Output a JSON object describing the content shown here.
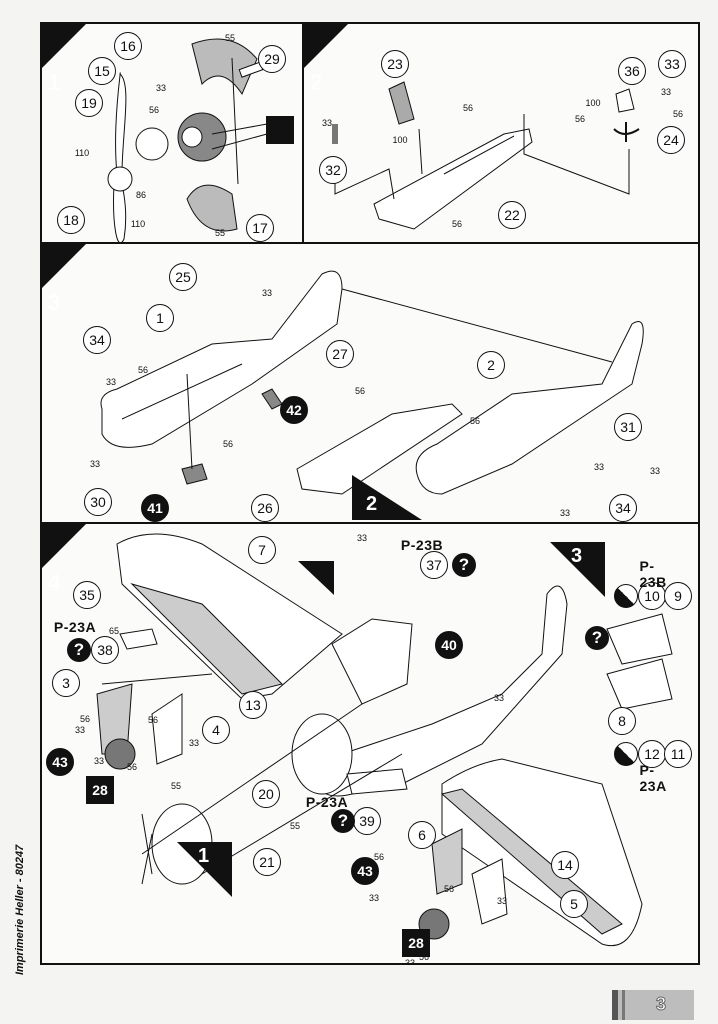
{
  "footer": {
    "printer": "Imprimerie Heller - 80247",
    "page_number": "3"
  },
  "panel1": {
    "step": "1",
    "callouts": [
      "16",
      "15",
      "19",
      "29",
      "18",
      "17"
    ],
    "small": [
      "55",
      "33",
      "56",
      "110",
      "86",
      "110",
      "55"
    ]
  },
  "panel2": {
    "step": "2",
    "callouts": [
      "23",
      "32",
      "22",
      "36",
      "33",
      "24"
    ],
    "small": [
      "56",
      "33",
      "100",
      "56",
      "33",
      "100",
      "56",
      "56"
    ]
  },
  "panel3": {
    "step": "3",
    "callouts": [
      "25",
      "1",
      "34",
      "27",
      "2",
      "31",
      "30",
      "26",
      "34"
    ],
    "black_callouts": [
      "42",
      "41"
    ],
    "small": [
      "33",
      "33",
      "56",
      "56",
      "56",
      "56",
      "33",
      "33",
      "33",
      "33"
    ],
    "ref_step": "2"
  },
  "panel4": {
    "step": "4",
    "callouts": [
      "7",
      "37",
      "35",
      "38",
      "3",
      "13",
      "4",
      "20",
      "21",
      "39",
      "6",
      "5",
      "14",
      "8",
      "10",
      "9",
      "12",
      "11"
    ],
    "black_callouts": [
      "40",
      "43",
      "43"
    ],
    "boxes": [
      "28",
      "28"
    ],
    "question": "?",
    "variants": [
      "P-23B",
      "P-23B",
      "P-23A",
      "P-23A",
      "P-23A"
    ],
    "ref_steps": [
      "3",
      "1"
    ],
    "small": [
      "33",
      "65",
      "56",
      "33",
      "56",
      "33",
      "33",
      "56",
      "55",
      "55",
      "33",
      "56",
      "33",
      "33",
      "56",
      "33",
      "56"
    ]
  },
  "colors": {
    "ink": "#111111",
    "paper": "#fbfbfa",
    "shade": "#bdbdbd"
  }
}
